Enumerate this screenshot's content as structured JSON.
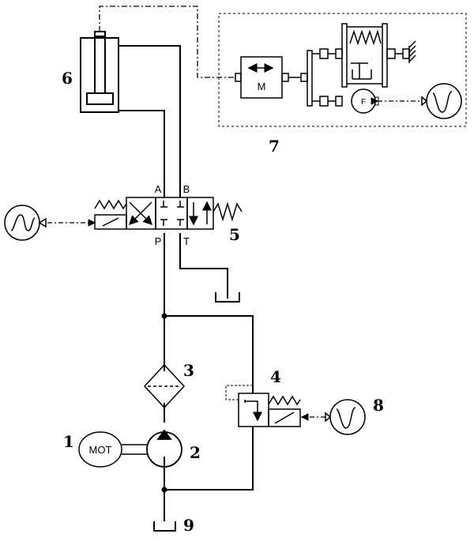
{
  "component_numbers": {
    "n1": "1",
    "n2": "2",
    "n3": "3",
    "n4": "4",
    "n5": "5",
    "n6": "6",
    "n7": "7",
    "n8": "8",
    "n9": "9"
  },
  "port_labels": {
    "a": "A",
    "b": "B",
    "p": "P",
    "t": "T"
  },
  "block_labels": {
    "motor": "MOT",
    "mass": "M",
    "force": "F"
  },
  "icons": [
    "motor-icon",
    "pump-icon",
    "filter-icon",
    "relief-valve-icon",
    "directional-valve-icon",
    "hydraulic-cylinder-icon",
    "mass-spring-damper-icon",
    "signal-generator-icon",
    "tank-icon"
  ]
}
